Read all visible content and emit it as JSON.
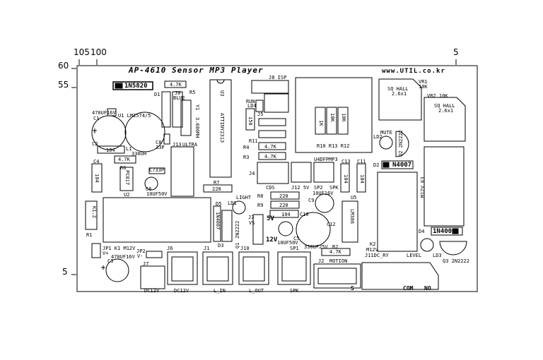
{
  "dims": {
    "l105": "105",
    "l100": "100",
    "r5": "5",
    "l60": "60",
    "l55": "55",
    "b5": "5"
  },
  "title": "AP-4610 Sensor MP3 Player",
  "url": "www.UTIL.co.kr",
  "labels": {
    "d_1n5820": "1N5820",
    "r_47k_top": "4.7K",
    "r5": "R5",
    "d1": "D1",
    "j8": "J8 ISP",
    "u1": "U1 LM2574/5",
    "cap470": "470UF16V",
    "c1": "C1",
    "c2": "C2",
    "c104a": "104",
    "l1": "L1",
    "l330": "330UH",
    "c4": "C4",
    "r6": "R6",
    "r47k_r6": "4.7K",
    "c104b": "104",
    "pc817": "PC817",
    "u2": "U2",
    "c733p": "C733P",
    "c8": "C8",
    "c33p": "33P",
    "c6": "C6",
    "c10uf": "10UF50V",
    "j0": "J0",
    "blue": "BLUE",
    "y1": "Y1",
    "xtal": "3.686MH",
    "j13": "J13",
    "ultra": "ULTRA",
    "u3": "U3",
    "attiny": "ATTINY2313",
    "r7": "R7",
    "r220a": "220",
    "run": "RUN",
    "ld4": "LD4",
    "j5": "J5",
    "r150": "150",
    "r11": "R11",
    "r4": "R4",
    "r3": "R3",
    "r47k_r4": "4.7K",
    "r47k_r3": "4.7K",
    "j4": "J4",
    "cds": "CDS",
    "r1k": "1K",
    "r10ka": "10K",
    "r10kb": "10K",
    "r10": "R10 R13 R12",
    "u4": "U4DFPMP3",
    "j12": "J12 5V",
    "sp2": "SP2",
    "spk_small": "SPK",
    "c13": "C13",
    "c11": "C11",
    "c104c": "104",
    "c104d": "104",
    "c10uf16": "10UF16V",
    "c9": "C9",
    "r8": "R8",
    "r220b": "220",
    "r9": "R9",
    "r220c": "220",
    "c104e": "104",
    "c10": "C10",
    "ld1": "LIGHT",
    "ld1n": "LD1",
    "lm386": "LM386",
    "u5": "U5",
    "d5": "D5",
    "d3": "D3",
    "q1": "2N2222",
    "q1n": "Q1",
    "d_1n4007a": "1N4007",
    "j3": "J3",
    "vs": "VS",
    "v5": "5V",
    "v12": "12V",
    "c5": "C5",
    "c10uf50": "10UF50V",
    "c12": "C12",
    "c330": "330UF25V",
    "r2": "R2",
    "r47k_r2": "4.7K",
    "k1relay": "K1.2",
    "r1": "R1",
    "jp1": "JP1 K1 M12V",
    "vplus": "V+",
    "jp2": "JP2",
    "vminus": "V-",
    "c3": "C3",
    "c470b": "470UF16V",
    "j6": "J6",
    "j7": "J7",
    "j1": "J1",
    "j10": "J10",
    "sp1": "SP1",
    "j2": "J2",
    "motion": "MOTION",
    "j11": "J11DC_RY",
    "level": "LEVEL",
    "k2": "K2",
    "m12v": "M12V",
    "ld3": "LD3",
    "q3": "Q3 2N2222",
    "d4": "D4",
    "d_1n4007b": "1N4007",
    "d_1n4007c": "N4007",
    "d2": "D2",
    "mute": "MUTE",
    "ld2": "LD2",
    "q2": "Q2 2N2222",
    "sq1": "SQ HALL",
    "sq1v": "2.6x1",
    "vr1": "VR1",
    "vr1v": "10K",
    "sq2": "SQ HALL",
    "sq2v": "2.6x1",
    "vr2": "VR2 10K",
    "k3": "M12V K3",
    "p_dc12": "DC12V",
    "p_dc12b": "DC12V",
    "p_lin": "L_IN",
    "p_lout": "L_OUT",
    "p_spk": "SPK",
    "p_s": "S",
    "p_com": "COM",
    "p_no": "NO"
  },
  "colors": {
    "stroke": "#000",
    "fill": "#fff"
  }
}
